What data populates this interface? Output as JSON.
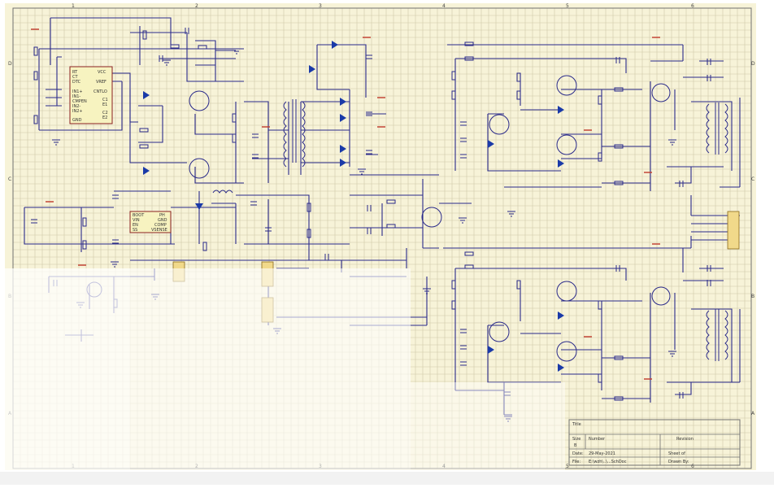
{
  "ruler": {
    "top": [
      "1",
      "2",
      "3",
      "4",
      "5",
      "6"
    ],
    "side": [
      "D",
      "C",
      "B",
      "A"
    ]
  },
  "u1": {
    "pins_left": [
      "RT",
      "CT",
      "DTC",
      "IN1+",
      "IN1-",
      "CMPEN",
      "IN2-",
      "IN2+",
      "GND"
    ],
    "pins_right": [
      "VCC",
      "VREF",
      "CNTLO",
      "C1",
      "E1",
      "C2",
      "E2"
    ]
  },
  "u2": {
    "pins_left": [
      "BOOT",
      "VIN",
      "EN",
      "SS"
    ],
    "pins_right": [
      "PH",
      "GND",
      "COMP",
      "VSENSE"
    ]
  },
  "title_block": {
    "title_label": "Title",
    "size_label": "Size",
    "number_label": "Number",
    "revision_label": "Revision",
    "size_value": "B",
    "date_label": "Date:",
    "date_value": "29-May-2021",
    "file_label": "File:",
    "file_value": "E:\\wzh\\..\\...SchDoc",
    "sheet_label": "Sheet of",
    "drawn_label": "Drawn By:"
  },
  "colors": {
    "sheet": "#f7f3d8",
    "wire": "#2a2a8a",
    "diode": "#1a3aa8",
    "chip_border": "#8a1f1f",
    "net_label": "#c0392b"
  }
}
